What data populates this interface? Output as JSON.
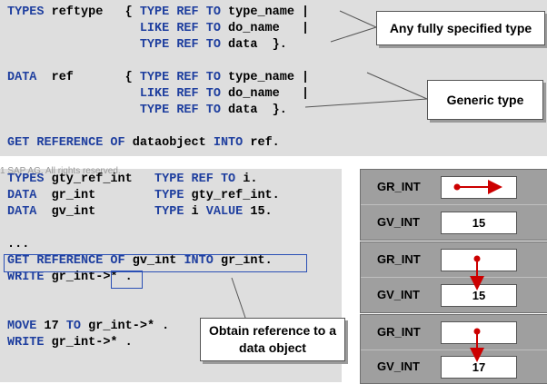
{
  "top_code": {
    "lines": [
      [
        [
          "kw",
          "TYPES "
        ],
        [
          "id",
          "reftype   { "
        ],
        [
          "kw",
          "TYPE REF TO "
        ],
        [
          "id",
          "type_name |"
        ]
      ],
      [
        [
          "id",
          "                  "
        ],
        [
          "kw",
          "LIKE REF TO "
        ],
        [
          "id",
          "do_name   |"
        ]
      ],
      [
        [
          "id",
          "                  "
        ],
        [
          "kw",
          "TYPE REF TO "
        ],
        [
          "id",
          "data  }."
        ]
      ],
      [
        [
          "id",
          " "
        ]
      ],
      [
        [
          "kw",
          "DATA  "
        ],
        [
          "id",
          "ref       { "
        ],
        [
          "kw",
          "TYPE REF TO "
        ],
        [
          "id",
          "type_name |"
        ]
      ],
      [
        [
          "id",
          "                  "
        ],
        [
          "kw",
          "LIKE REF TO "
        ],
        [
          "id",
          "do_name   |"
        ]
      ],
      [
        [
          "id",
          "                  "
        ],
        [
          "kw",
          "TYPE REF TO "
        ],
        [
          "id",
          "data  }."
        ]
      ],
      [
        [
          "id",
          " "
        ]
      ],
      [
        [
          "kw",
          "GET REFERENCE OF "
        ],
        [
          "id",
          "dataobject "
        ],
        [
          "kw",
          "INTO "
        ],
        [
          "id",
          "ref."
        ]
      ]
    ]
  },
  "bottom_code": {
    "lines": [
      [
        [
          "kw",
          "TYPES "
        ],
        [
          "id",
          "gty_ref_int   "
        ],
        [
          "kw",
          "TYPE REF TO "
        ],
        [
          "id",
          "i."
        ]
      ],
      [
        [
          "kw",
          "DATA  "
        ],
        [
          "id",
          "gr_int        "
        ],
        [
          "kw",
          "TYPE "
        ],
        [
          "id",
          "gty_ref_int."
        ]
      ],
      [
        [
          "kw",
          "DATA  "
        ],
        [
          "id",
          "gv_int        "
        ],
        [
          "kw",
          "TYPE "
        ],
        [
          "id",
          "i "
        ],
        [
          "kw",
          "VALUE "
        ],
        [
          "id",
          "15."
        ]
      ],
      [
        [
          "id",
          " "
        ]
      ],
      [
        [
          "id",
          "..."
        ]
      ],
      [
        [
          "kw",
          "GET REFERENCE OF "
        ],
        [
          "id",
          "gv_int "
        ],
        [
          "kw",
          "INTO "
        ],
        [
          "id",
          "gr_int."
        ]
      ],
      [
        [
          "kw",
          "WRITE "
        ],
        [
          "id",
          "gr_int->* ."
        ]
      ],
      [
        [
          "id",
          " "
        ]
      ],
      [
        [
          "id",
          " "
        ]
      ],
      [
        [
          "kw",
          "MOVE "
        ],
        [
          "id",
          "17 "
        ],
        [
          "kw",
          "TO "
        ],
        [
          "id",
          "gr_int->* ."
        ]
      ],
      [
        [
          "kw",
          "WRITE "
        ],
        [
          "id",
          "gr_int->* ."
        ]
      ]
    ]
  },
  "callouts": {
    "fully_specified": "Any fully specified type",
    "generic": "Generic type",
    "obtain_reference": "Obtain reference to a data object"
  },
  "copyright": "1 SAP AG. All rights reserved.",
  "diagrams": [
    {
      "ref_label": "GR_INT",
      "val_label": "GV_INT",
      "value": "15"
    },
    {
      "ref_label": "GR_INT",
      "val_label": "GV_INT",
      "value": "15"
    },
    {
      "ref_label": "GR_INT",
      "val_label": "GV_INT",
      "value": "17"
    }
  ],
  "colors": {
    "keyword": "#1f3f9f",
    "pointer": "#cc0000",
    "panel": "#dedede"
  }
}
